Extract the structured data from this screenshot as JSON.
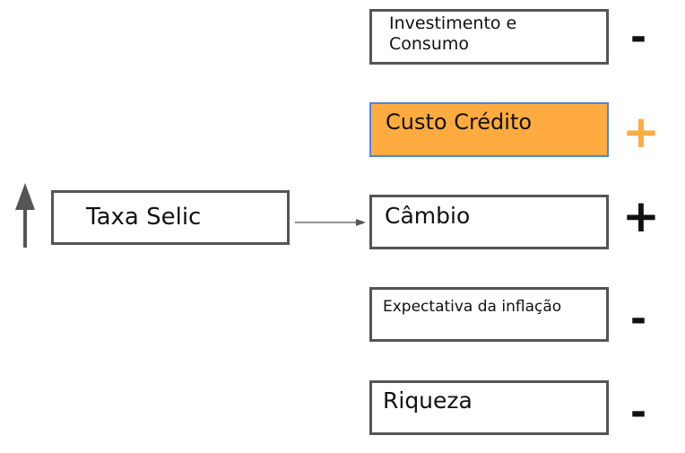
{
  "diagram": {
    "source": {
      "label": "Taxa Selic"
    },
    "targets": [
      {
        "label": "Investimento e\nConsumo",
        "sign": "-",
        "sign_color": "#111111",
        "highlight": false
      },
      {
        "label": "Custo Crédito",
        "sign": "+",
        "sign_color": "#ffab40",
        "highlight": true
      },
      {
        "label": "Câmbio",
        "sign": "+",
        "sign_color": "#111111",
        "highlight": false
      },
      {
        "label": "Expectativa da inflação",
        "sign": "-",
        "sign_color": "#111111",
        "highlight": false
      },
      {
        "label": "Riqueza",
        "sign": "-",
        "sign_color": "#111111",
        "highlight": false
      }
    ],
    "colors": {
      "highlight_fill": "#ffab40",
      "highlight_border": "#4a86e8",
      "box_border": "#555555",
      "arrow": "#555555"
    }
  }
}
